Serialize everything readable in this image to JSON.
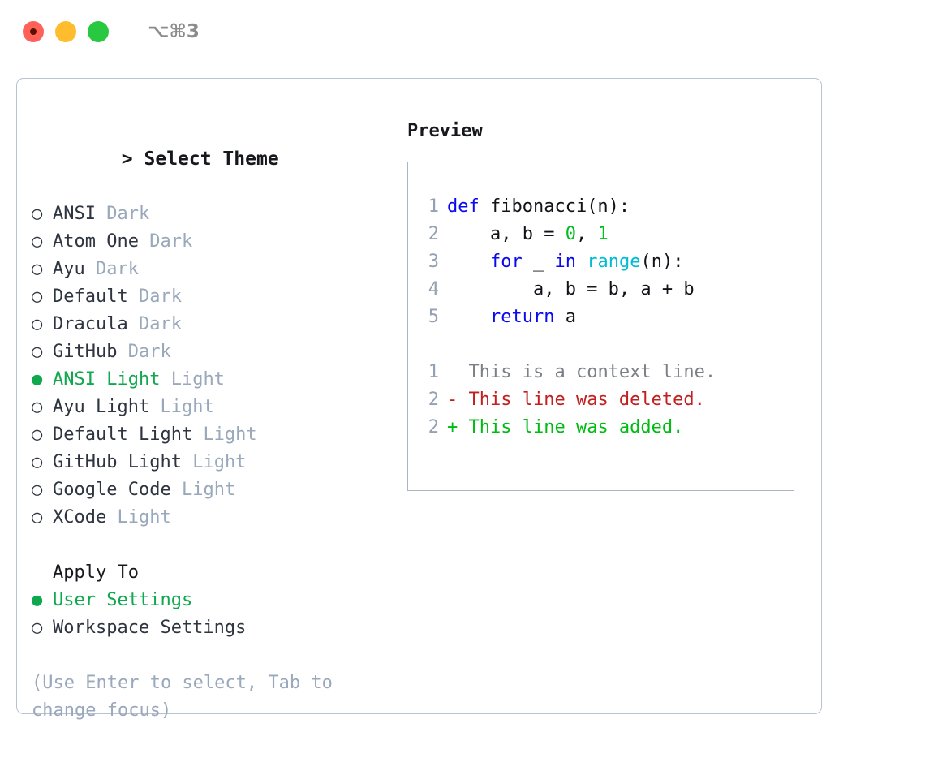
{
  "window": {
    "traffic_lights": [
      "close-red",
      "minimize-yellow",
      "maximize-green"
    ],
    "shortcut": "⌥⌘3"
  },
  "colors": {
    "accent_green": "#0fa84e",
    "muted_tag": "#9aa8bb",
    "frame_border": "#b9c2d0",
    "preview_border": "#aab5c6",
    "keyword_blue": "#0a0aee",
    "function_cyan": "#00bcd4",
    "number_green": "#00bf1f",
    "diff_deleted": "#c22020",
    "diff_added": "#00bb11",
    "diff_context": "#7b8087",
    "line_number": "#93a1b2"
  },
  "theme_picker": {
    "header_prompt": ">",
    "header_label": "Select Theme",
    "bullet_selected": "●",
    "bullet_unselected": "○",
    "items": [
      {
        "name": "ANSI",
        "tag": "Dark",
        "selected": false
      },
      {
        "name": "Atom One",
        "tag": "Dark",
        "selected": false
      },
      {
        "name": "Ayu",
        "tag": "Dark",
        "selected": false
      },
      {
        "name": "Default",
        "tag": "Dark",
        "selected": false
      },
      {
        "name": "Dracula",
        "tag": "Dark",
        "selected": false
      },
      {
        "name": "GitHub",
        "tag": "Dark",
        "selected": false
      },
      {
        "name": "ANSI Light",
        "tag": "Light",
        "selected": true
      },
      {
        "name": "Ayu Light",
        "tag": "Light",
        "selected": false
      },
      {
        "name": "Default Light",
        "tag": "Light",
        "selected": false
      },
      {
        "name": "GitHub Light",
        "tag": "Light",
        "selected": false
      },
      {
        "name": "Google Code",
        "tag": "Light",
        "selected": false
      },
      {
        "name": "XCode",
        "tag": "Light",
        "selected": false
      }
    ]
  },
  "apply_to": {
    "header_label": "Apply To",
    "items": [
      {
        "name": "User Settings",
        "selected": true
      },
      {
        "name": "Workspace Settings",
        "selected": false
      }
    ]
  },
  "hint": "(Use Enter to select, Tab to change focus)",
  "preview": {
    "title": "Preview",
    "code_lines": [
      {
        "n": "1",
        "tokens": [
          {
            "t": "def ",
            "c": "kw"
          },
          {
            "t": "fibonacci(n):",
            "c": "plain"
          }
        ]
      },
      {
        "n": "2",
        "tokens": [
          {
            "t": "    a, b = ",
            "c": "plain"
          },
          {
            "t": "0",
            "c": "num"
          },
          {
            "t": ", ",
            "c": "plain"
          },
          {
            "t": "1",
            "c": "num"
          }
        ]
      },
      {
        "n": "3",
        "tokens": [
          {
            "t": "    ",
            "c": "plain"
          },
          {
            "t": "for",
            "c": "kw"
          },
          {
            "t": " _ ",
            "c": "plain"
          },
          {
            "t": "in",
            "c": "kw"
          },
          {
            "t": " ",
            "c": "plain"
          },
          {
            "t": "range",
            "c": "fn"
          },
          {
            "t": "(n):",
            "c": "plain"
          }
        ]
      },
      {
        "n": "4",
        "tokens": [
          {
            "t": "        a, b = b, a + b",
            "c": "plain"
          }
        ]
      },
      {
        "n": "5",
        "tokens": [
          {
            "t": "    ",
            "c": "plain"
          },
          {
            "t": "return",
            "c": "kw"
          },
          {
            "t": " a",
            "c": "plain"
          }
        ]
      }
    ],
    "diff_lines": [
      {
        "n": "1",
        "marker": " ",
        "text": "This is a context line.",
        "kind": "diff-ctx"
      },
      {
        "n": "2",
        "marker": "-",
        "text": "This line was deleted.",
        "kind": "diff-del"
      },
      {
        "n": "2",
        "marker": "+",
        "text": "This line was added.",
        "kind": "diff-add"
      }
    ]
  }
}
